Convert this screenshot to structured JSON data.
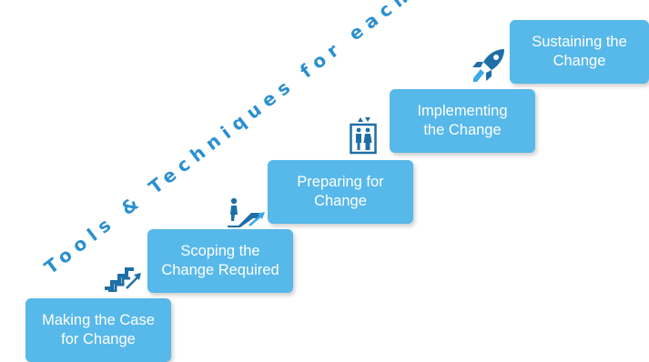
{
  "title": "Tools & Techniques for each Phase",
  "steps": [
    {
      "line1": "Making the Case",
      "line2": "for Change",
      "icon": "none"
    },
    {
      "line1": "Scoping the",
      "line2": "Change Required",
      "icon": "stairs-icon"
    },
    {
      "line1": "Preparing for",
      "line2": "Change",
      "icon": "escalator-icon"
    },
    {
      "line1": "Implementing",
      "line2": "the Change",
      "icon": "elevator-icon"
    },
    {
      "line1": "Sustaining the",
      "line2": "Change",
      "icon": "rocket-icon"
    }
  ],
  "colors": {
    "box_fill": "#57b8ea",
    "box_text": "#ffffff",
    "title_text": "#2a8fd0",
    "icon_dark": "#1f6fa6",
    "icon_light": "#3aa9e8"
  }
}
